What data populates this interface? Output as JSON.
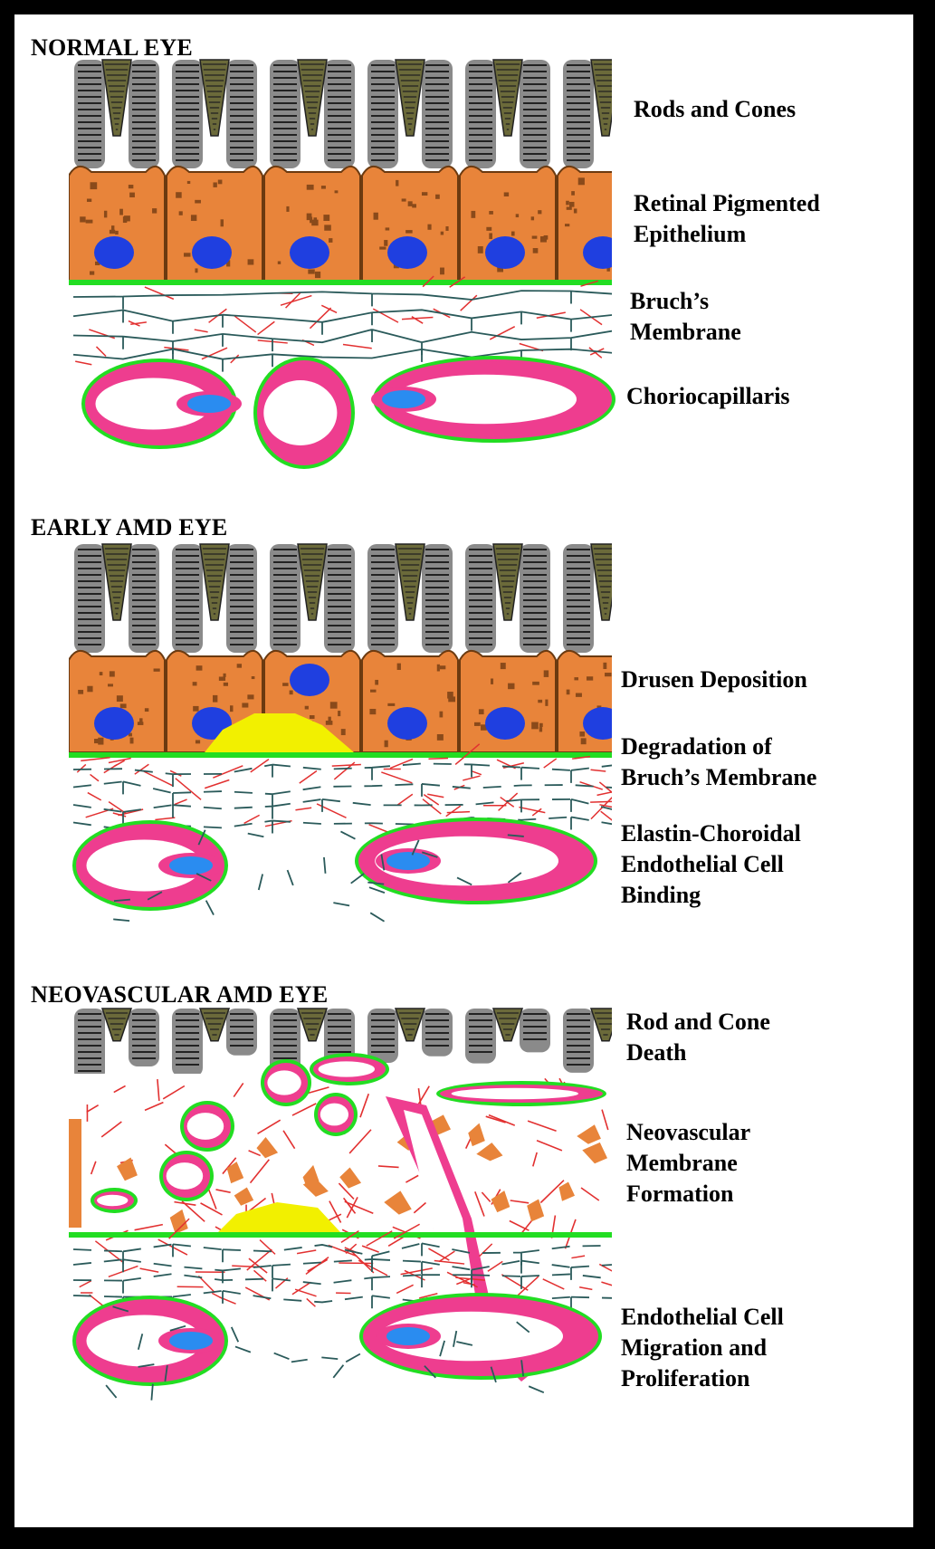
{
  "panels": [
    {
      "title": "NORMAL EYE",
      "labels": [
        "Rods and Cones",
        "Retinal Pigmented\nEpithelium",
        "Bruch’s\nMembrane",
        "Choriocapillaris"
      ]
    },
    {
      "title": "EARLY AMD EYE",
      "labels": [
        "Drusen Deposition",
        "Degradation of\nBruch’s Membrane",
        "Elastin-Choroidal\nEndothelial Cell\nBinding"
      ]
    },
    {
      "title": "NEOVASCULAR AMD EYE",
      "labels": [
        "Rod and Cone\nDeath",
        "Neovascular\nMembrane\nFormation",
        "Endothelial Cell\nMigration and\nProliferation"
      ]
    }
  ],
  "colors": {
    "rpe": "#e8843a",
    "rpe_outline": "#6b3a10",
    "pigment": "#8a4a1a",
    "nucleus": "#1f3fe0",
    "rod": "#8a8a8a",
    "cone": "#6b6a3a",
    "membrane": "#22dd22",
    "elastin": "#e23030",
    "collagen": "#2a5a5a",
    "vessel_wall": "#ee3d8f",
    "endothelium": "#2a8cf0",
    "drusen": "#f2f000"
  },
  "icons": [
    "eye-cross-section-diagram"
  ]
}
